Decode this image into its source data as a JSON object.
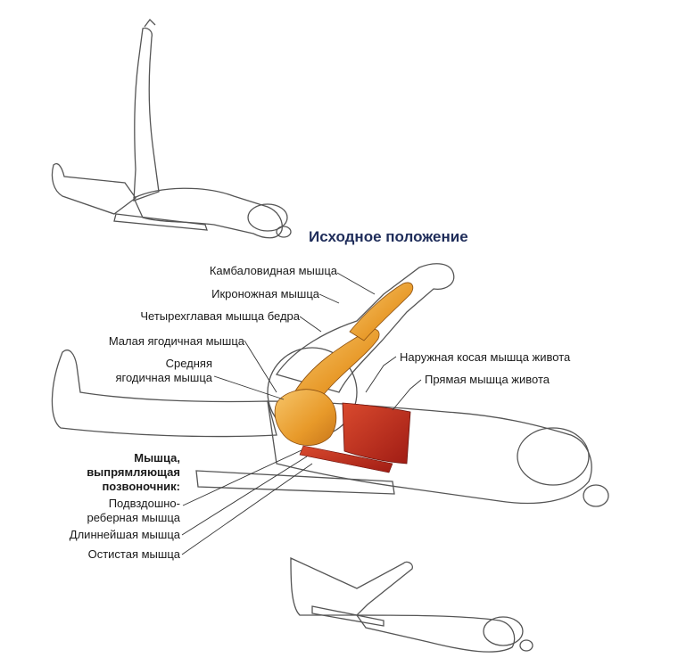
{
  "title": "Исходное положение",
  "labels": {
    "soleus": "Камбаловидная мышца",
    "gastrocnemius": "Икроножная мышца",
    "quadriceps": "Четырехглавая мышца бедра",
    "gluteus_minimus": "Малая ягодичная мышца",
    "gluteus_medius_1": "Средняя",
    "gluteus_medius_2": "ягодичная мышца",
    "external_oblique": "Наружная косая мышца живота",
    "rectus_abdominis": "Прямая мышца живота",
    "erector_1": "Мышца,",
    "erector_2": "выпрямляющая",
    "erector_3": "позвоночник:",
    "iliocostalis_1": "Подвздошно-",
    "iliocostalis_2": "реберная мышца",
    "longissimus": "Длиннейшая мышца",
    "spinalis": "Остистая мышца"
  },
  "colors": {
    "title": "#1f2d5a",
    "muscle_orange": "#e89a2a",
    "muscle_red": "#c0281e",
    "outline": "#555555"
  }
}
